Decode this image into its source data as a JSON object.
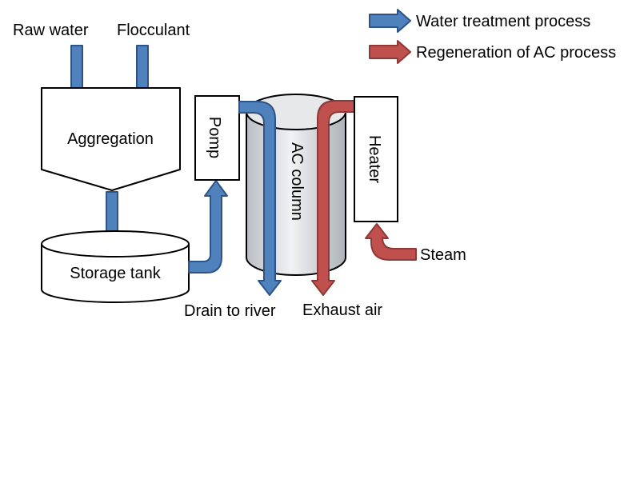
{
  "legend": {
    "water_label": "Water treatment process",
    "regen_label": "Regeneration of AC process"
  },
  "inputs": {
    "raw_water": "Raw water",
    "flocculant": "Flocculant"
  },
  "units": {
    "aggregation": "Aggregation",
    "storage_tank": "Storage tank",
    "pump": "Pomp",
    "ac_column": "AC column",
    "heater": "Heater"
  },
  "outputs": {
    "drain": "Drain to river",
    "exhaust": "Exhaust air",
    "steam": "Steam"
  },
  "colors": {
    "water_fill": "#4F81BD",
    "water_stroke": "#2E5487",
    "regen_fill": "#C0504D",
    "regen_stroke": "#8C3A37"
  }
}
